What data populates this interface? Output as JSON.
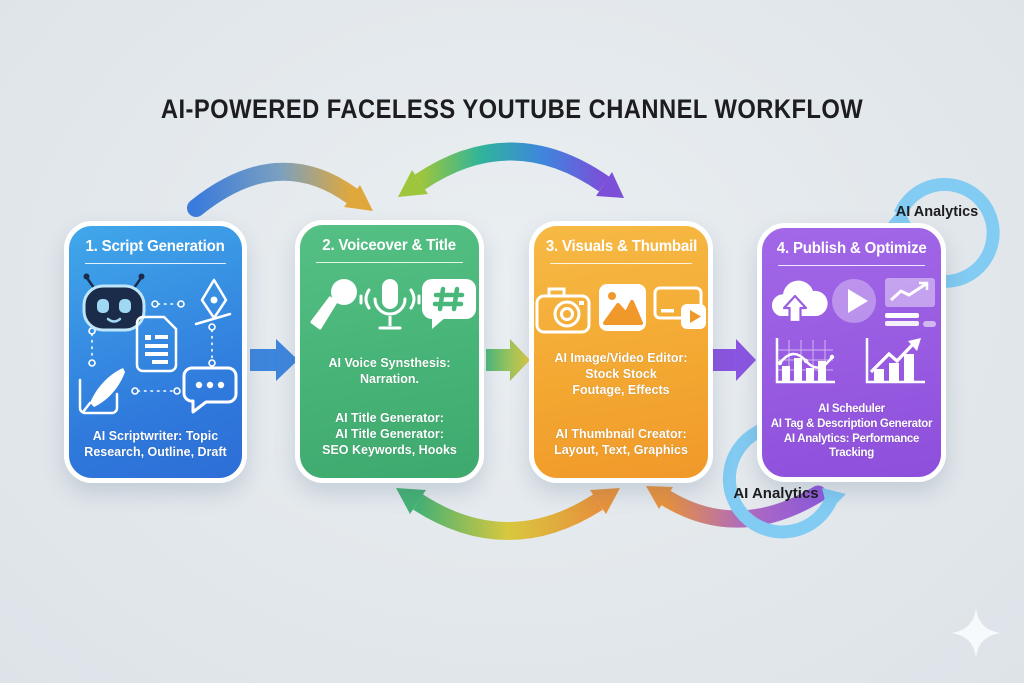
{
  "title": "AI-POWERED FACELESS YOUTUBE CHANNEL WORKFLOW",
  "cards": [
    {
      "title": "1. Script Generation",
      "body1": "AI Scriptwriter: Topic\nResearch, Outline, Draft",
      "icons": [
        "robot-icon",
        "pen-nib-icon",
        "document-icon",
        "quill-icon",
        "chat-dots-icon"
      ]
    },
    {
      "title": "2. Voiceover & Title",
      "body1": "AI Voice Synsthesis:\nNarration.",
      "body2": "AI Title Generator:\nAI Title Generator:\nSEO Keywords, Hooks",
      "icons": [
        "handheld-mic-icon",
        "studio-mic-icon",
        "hashtag-bubble-icon"
      ]
    },
    {
      "title": "3. Visuals & Thumbail",
      "body1": "AI Image/Video Editor:\nStock Stock\nFoutage, Effects",
      "body2": "AI Thumbnail Creator:\nLayout, Text, Graphics",
      "icons": [
        "camera-icon",
        "image-icon",
        "screen-play-icon"
      ]
    },
    {
      "title": "4. Publish & Optimize",
      "body1": "AI Scheduler\nAI Tag & Description Generator\nAI Analytics: Performance Tracking",
      "icons": [
        "cloud-upload-icon",
        "play-circle-icon",
        "analytics-panel-icon",
        "grid-chart-icon",
        "growth-chart-icon"
      ]
    }
  ],
  "annotations": {
    "top_right": "AI Analytics",
    "bottom_right": "AI Analytics"
  },
  "colors": {
    "background": "#E3E8EC",
    "card1_top": "#41A8EA",
    "card1_bottom": "#2D6ED6",
    "card2_top": "#55C084",
    "card2_bottom": "#3EA96E",
    "card3_top": "#F6BA45",
    "card3_bottom": "#F0992A",
    "card4_top": "#A268E8",
    "card4_bottom": "#8E4FDB",
    "arrow_blue": "#3B7BDB",
    "arrow_green": "#45B274",
    "arrow_yellow": "#E0A83C",
    "arrow_orange": "#E8923C",
    "arrow_purple": "#8F5ADB",
    "loop_light_blue": "#82CBF2",
    "title_text": "#1D1D1F"
  }
}
